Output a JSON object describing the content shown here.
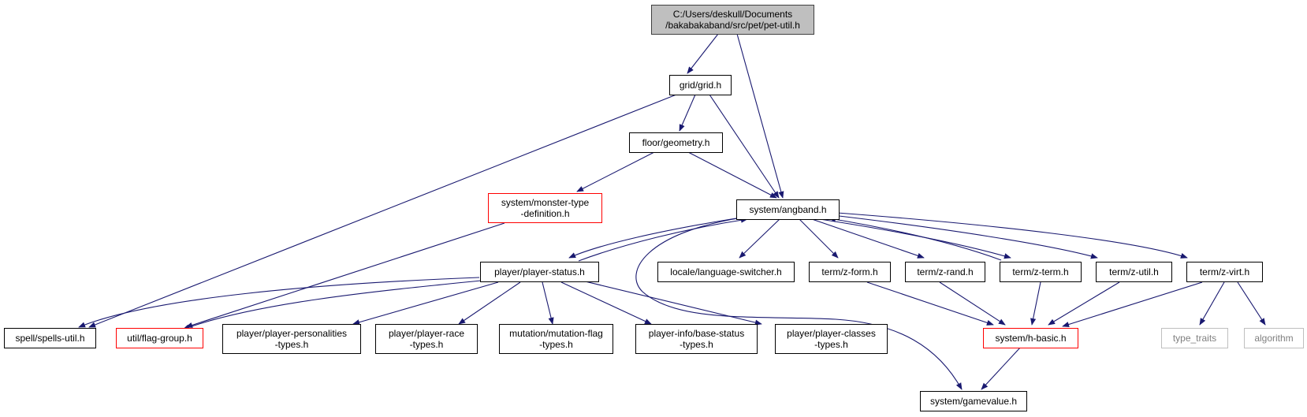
{
  "graph": {
    "nodes": [
      {
        "id": "pet_util",
        "lines": [
          "C:/Users/deskull/Documents",
          "/bakabakaband/src/pet/pet-util.h"
        ],
        "kind": "root"
      },
      {
        "id": "grid",
        "lines": [
          "grid/grid.h"
        ]
      },
      {
        "id": "geometry",
        "lines": [
          "floor/geometry.h"
        ]
      },
      {
        "id": "angband",
        "lines": [
          "system/angband.h"
        ]
      },
      {
        "id": "monster_type",
        "lines": [
          "system/monster-type",
          "-definition.h"
        ],
        "kind": "red"
      },
      {
        "id": "player_status",
        "lines": [
          "player/player-status.h"
        ]
      },
      {
        "id": "lang_switcher",
        "lines": [
          "locale/language-switcher.h"
        ]
      },
      {
        "id": "z_form",
        "lines": [
          "term/z-form.h"
        ]
      },
      {
        "id": "z_rand",
        "lines": [
          "term/z-rand.h"
        ]
      },
      {
        "id": "z_term",
        "lines": [
          "term/z-term.h"
        ]
      },
      {
        "id": "z_util",
        "lines": [
          "term/z-util.h"
        ]
      },
      {
        "id": "z_virt",
        "lines": [
          "term/z-virt.h"
        ]
      },
      {
        "id": "spells_util",
        "lines": [
          "spell/spells-util.h"
        ]
      },
      {
        "id": "flag_group",
        "lines": [
          "util/flag-group.h"
        ],
        "kind": "red"
      },
      {
        "id": "personalities",
        "lines": [
          "player/player-personalities",
          "-types.h"
        ]
      },
      {
        "id": "race",
        "lines": [
          "player/player-race",
          "-types.h"
        ]
      },
      {
        "id": "mutation",
        "lines": [
          "mutation/mutation-flag",
          "-types.h"
        ]
      },
      {
        "id": "base_status",
        "lines": [
          "player-info/base-status",
          "-types.h"
        ]
      },
      {
        "id": "classes",
        "lines": [
          "player/player-classes",
          "-types.h"
        ]
      },
      {
        "id": "h_basic",
        "lines": [
          "system/h-basic.h"
        ],
        "kind": "red"
      },
      {
        "id": "type_traits",
        "lines": [
          "type_traits"
        ],
        "kind": "grey"
      },
      {
        "id": "algorithm",
        "lines": [
          "algorithm"
        ],
        "kind": "grey"
      },
      {
        "id": "gamevalue",
        "lines": [
          "system/gamevalue.h"
        ]
      }
    ],
    "edges": [
      [
        "pet_util",
        "grid"
      ],
      [
        "pet_util",
        "angband"
      ],
      [
        "grid",
        "geometry"
      ],
      [
        "grid",
        "angband"
      ],
      [
        "grid",
        "spells_util"
      ],
      [
        "geometry",
        "angband"
      ],
      [
        "geometry",
        "monster_type"
      ],
      [
        "monster_type",
        "flag_group"
      ],
      [
        "angband",
        "player_status"
      ],
      [
        "angband",
        "lang_switcher"
      ],
      [
        "angband",
        "z_form"
      ],
      [
        "angband",
        "z_rand"
      ],
      [
        "angband",
        "z_term"
      ],
      [
        "angband",
        "z_util"
      ],
      [
        "angband",
        "z_virt"
      ],
      [
        "angband",
        "gamevalue"
      ],
      [
        "player_status",
        "angband"
      ],
      [
        "player_status",
        "spells_util"
      ],
      [
        "player_status",
        "flag_group"
      ],
      [
        "player_status",
        "personalities"
      ],
      [
        "player_status",
        "race"
      ],
      [
        "player_status",
        "mutation"
      ],
      [
        "player_status",
        "base_status"
      ],
      [
        "player_status",
        "classes"
      ],
      [
        "z_term",
        "angband"
      ],
      [
        "z_form",
        "h_basic"
      ],
      [
        "z_rand",
        "h_basic"
      ],
      [
        "z_term",
        "h_basic"
      ],
      [
        "z_util",
        "h_basic"
      ],
      [
        "z_virt",
        "h_basic"
      ],
      [
        "z_virt",
        "type_traits"
      ],
      [
        "z_virt",
        "algorithm"
      ],
      [
        "h_basic",
        "gamevalue"
      ]
    ]
  }
}
